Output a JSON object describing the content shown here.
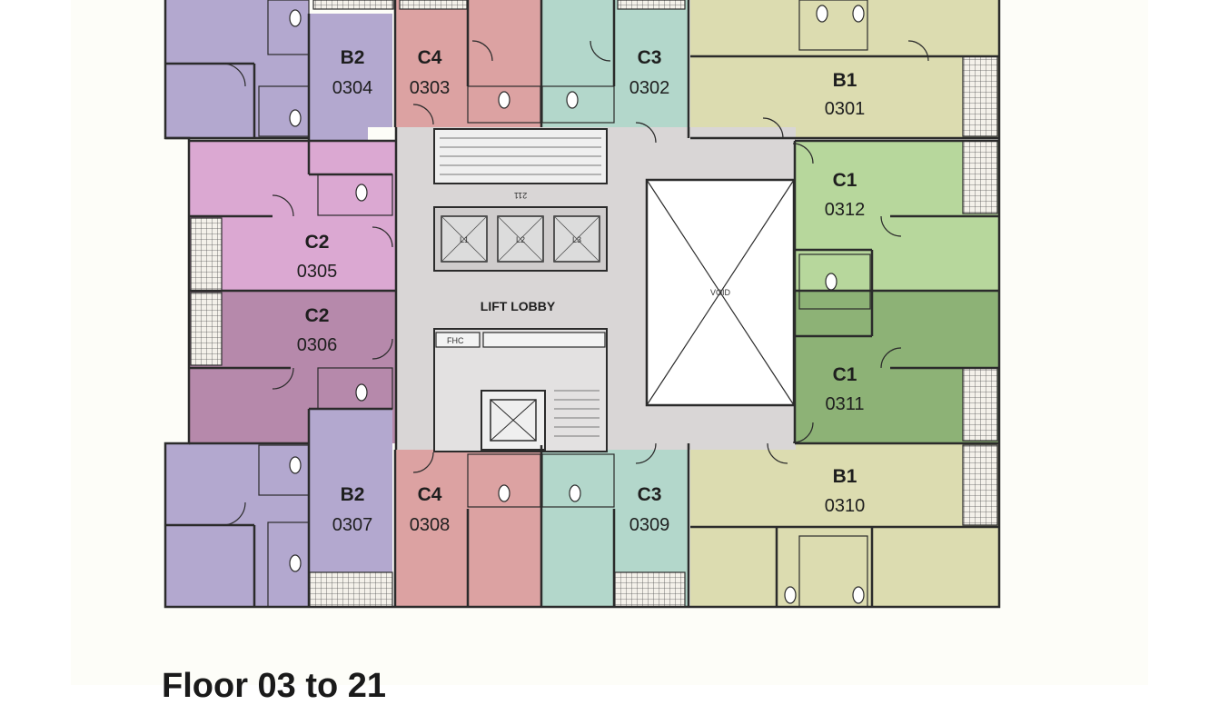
{
  "colors": {
    "background": "#ffffff",
    "page": "#fdfdf8",
    "core": "#d9d6d6",
    "void": "#ffffff",
    "B2": "#b3a8cf",
    "C4": "#dca2a2",
    "C3": "#b3d7cb",
    "B1": "#dcdcb0",
    "C2_light": "#dba8d2",
    "C2_dark": "#b689ab",
    "C1_light": "#b7d79c",
    "C1_dark": "#8db276"
  },
  "units": [
    {
      "id": "0304",
      "type": "B2"
    },
    {
      "id": "0303",
      "type": "C4"
    },
    {
      "id": "0302",
      "type": "C3"
    },
    {
      "id": "0301",
      "type": "B1"
    },
    {
      "id": "0305",
      "type": "C2"
    },
    {
      "id": "0312",
      "type": "C1"
    },
    {
      "id": "0306",
      "type": "C2"
    },
    {
      "id": "0311",
      "type": "C1"
    },
    {
      "id": "0307",
      "type": "B2"
    },
    {
      "id": "0308",
      "type": "C4"
    },
    {
      "id": "0309",
      "type": "C3"
    },
    {
      "id": "0310",
      "type": "B1"
    }
  ],
  "core": {
    "lobby_label": "LIFT LOBBY",
    "void_label": "VOID",
    "lifts": [
      "L1",
      "L2",
      "L3"
    ],
    "fhc_label": "FHC",
    "stair_mark": "211"
  },
  "caption": "Floor 03 to 21"
}
